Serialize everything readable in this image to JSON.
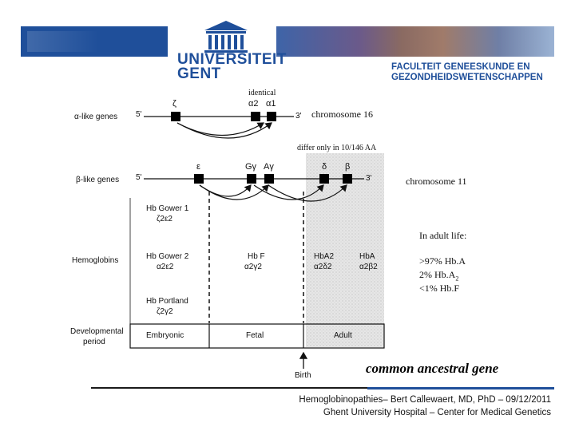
{
  "header": {
    "university_line1": "UNIVERSITEIT",
    "university_line2": "GENT",
    "faculty_line1": "FACULTEIT GENEESKUNDE EN",
    "faculty_line2": "GEZONDHEIDSWETENSCHAPPEN"
  },
  "annotations": {
    "identical": "identical",
    "chromosome16": "chromosome 16",
    "differ": "differ only in 10/146 AA",
    "chromosome11": "chromosome 11",
    "adult_title": "In adult life:",
    "adult_1": ">97% Hb.A",
    "adult_2": "2% Hb.A",
    "adult_2_sub": "2",
    "adult_3": "<1% Hb.F",
    "common": "common ancestral gene"
  },
  "diagram": {
    "alpha_label": "α-like genes",
    "beta_label": "β-like genes",
    "five_prime": "5'",
    "three_prime": "3'",
    "alpha_genes": [
      "ζ",
      "α2",
      "α1"
    ],
    "beta_genes": [
      "ε",
      "Gγ",
      "Aγ",
      "δ",
      "β"
    ],
    "hemoglobins_label": "Hemoglobins",
    "hb_gower1": "Hb Gower 1",
    "hb_gower1_chains": "ζ2ε2",
    "hb_gower2": "Hb Gower 2",
    "hb_gower2_chains": "α2ε2",
    "hb_portland": "Hb Portland",
    "hb_portland_chains": "ζ2γ2",
    "hb_f": "Hb F",
    "hb_f_chains": "α2γ2",
    "hb_a2": "HbA2",
    "hb_a2_chains": "α2δ2",
    "hb_a": "HbA",
    "hb_a_chains": "α2β2",
    "dev_label_1": "Developmental",
    "dev_label_2": "period",
    "periods": [
      "Embryonic",
      "Fetal",
      "Adult"
    ],
    "birth": "Birth"
  },
  "footer": {
    "line1": "Hemoglobinopathies– Bert Callewaert, MD, PhD – 09/12/2011",
    "line2": "Ghent University Hospital – Center for Medical Genetics"
  },
  "colors": {
    "brand_blue": "#1f4f9a",
    "adult_shade": "#d9d9d9"
  }
}
